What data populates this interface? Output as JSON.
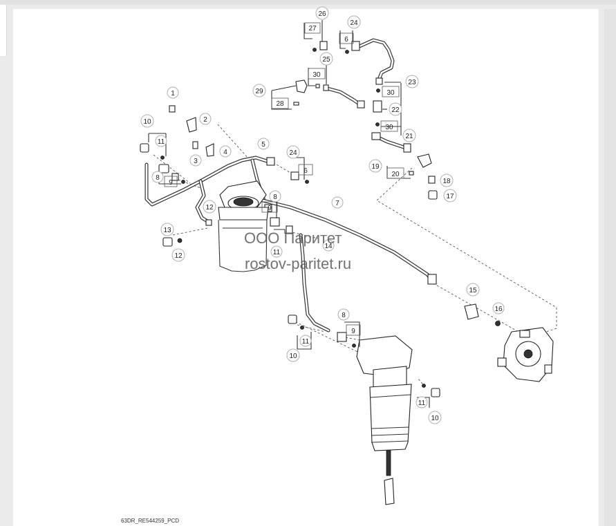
{
  "watermark": {
    "line1": "ООО Паритет",
    "line2": "rostov-paritet.ru"
  },
  "caption": "63DR_RE544259_PCD",
  "callouts": {
    "c1": "1",
    "c2": "2",
    "c3": "3",
    "c4": "4",
    "c5": "5",
    "c6a": "6",
    "c6b": "6",
    "c7": "7",
    "c8a": "8",
    "c8b": "8",
    "c8c": "8",
    "c9a": "9",
    "c9b": "9",
    "c9c": "9",
    "c10a": "10",
    "c10b": "10",
    "c10c": "10",
    "c11a": "11",
    "c11b": "11",
    "c11c": "11",
    "c11d": "11",
    "c12a": "12",
    "c12b": "12",
    "c13": "13",
    "c14": "14",
    "c15": "15",
    "c16": "16",
    "c17": "17",
    "c18": "18",
    "c19": "19",
    "c20": "20",
    "c21": "21",
    "c22": "22",
    "c23": "23",
    "c24a": "24",
    "c24b": "24",
    "c25": "25",
    "c26": "26",
    "c27": "27",
    "c28": "28",
    "c29": "29",
    "c30a": "30",
    "c30b": "30",
    "c30c": "30"
  }
}
